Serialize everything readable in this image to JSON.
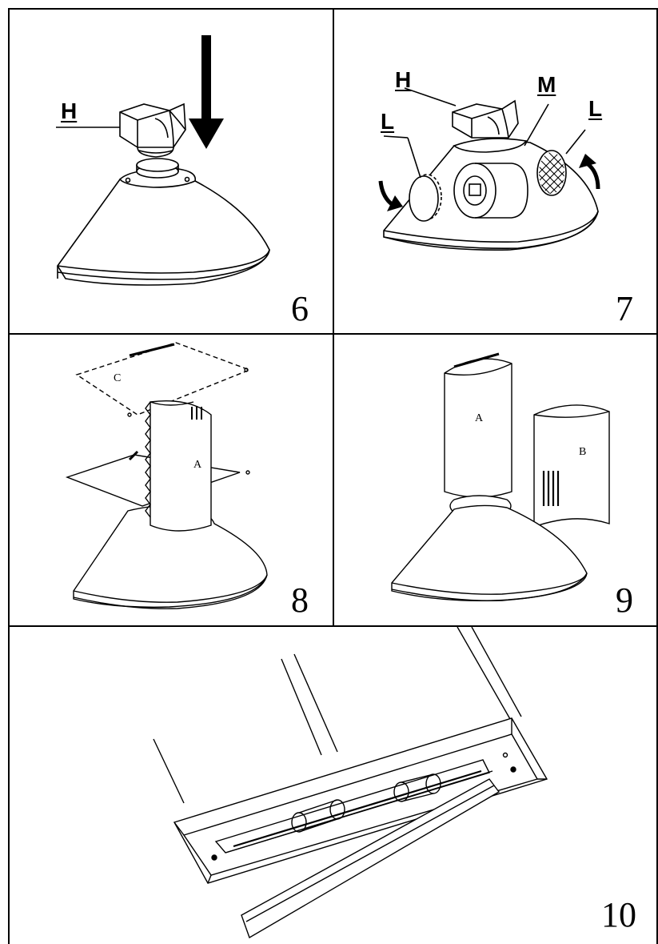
{
  "panels": [
    {
      "step": "6",
      "labels": [
        "H"
      ]
    },
    {
      "step": "7",
      "labels": [
        "H",
        "M",
        "L",
        "L"
      ]
    },
    {
      "step": "8",
      "labels": [
        "C",
        "A"
      ]
    },
    {
      "step": "9",
      "labels": [
        "A",
        "B"
      ]
    },
    {
      "step": "10",
      "labels": []
    }
  ],
  "colors": {
    "line": "#000000",
    "background": "#ffffff",
    "filter_mesh": "#000000"
  },
  "icons": {
    "down-arrow": "installation-arrow-icon",
    "rotate-arrow": "rotate-arrow-icon"
  }
}
